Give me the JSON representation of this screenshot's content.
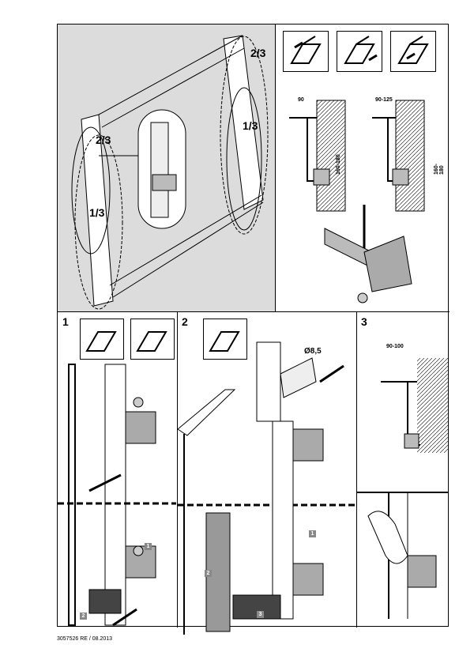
{
  "overview": {
    "fraction_top_left": "2/3",
    "fraction_bottom_left": "1/3",
    "fraction_top_right": "2/3",
    "fraction_bottom_right": "1/3"
  },
  "clearance": {
    "left_horizontal": "90",
    "left_vertical": "160-180",
    "right_horizontal": "90-125",
    "right_vertical": "160-180"
  },
  "steps": {
    "step1_number": "1",
    "step2_number": "2",
    "step3_number": "3",
    "drill_diameter": "Ø8,5",
    "step3_dimension": "90-100",
    "tags": [
      "1",
      "2",
      "2",
      "1",
      "3"
    ]
  },
  "footer": {
    "document_code": "3057526  RE / 08.2013"
  }
}
